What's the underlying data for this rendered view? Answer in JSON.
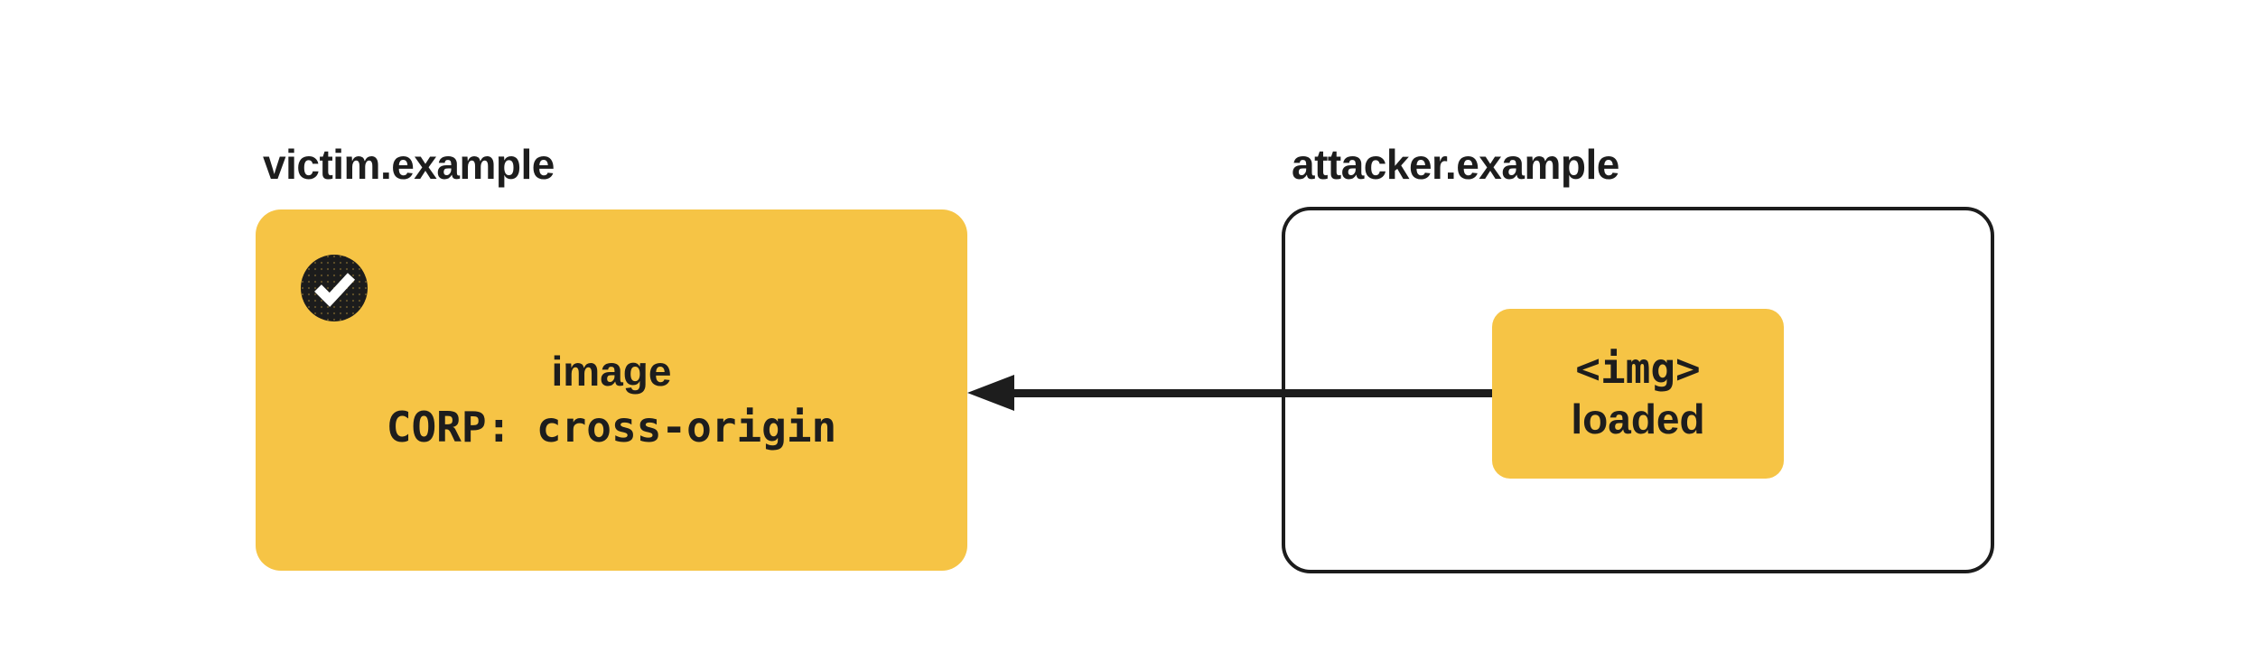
{
  "victim": {
    "label": "victim.example",
    "resource": "image",
    "policy": "CORP: cross-origin",
    "badge_icon": "check-icon",
    "badge_meaning": "allowed"
  },
  "attacker": {
    "label": "attacker.example",
    "code": "<img>",
    "status": "loaded"
  },
  "arrow": {
    "from": "attacker.example",
    "to": "victim.example",
    "direction": "left"
  },
  "colors": {
    "accent_yellow": "#f6c445",
    "ink": "#1d1d1d",
    "background": "#ffffff",
    "check_foreground": "#ffffff"
  }
}
